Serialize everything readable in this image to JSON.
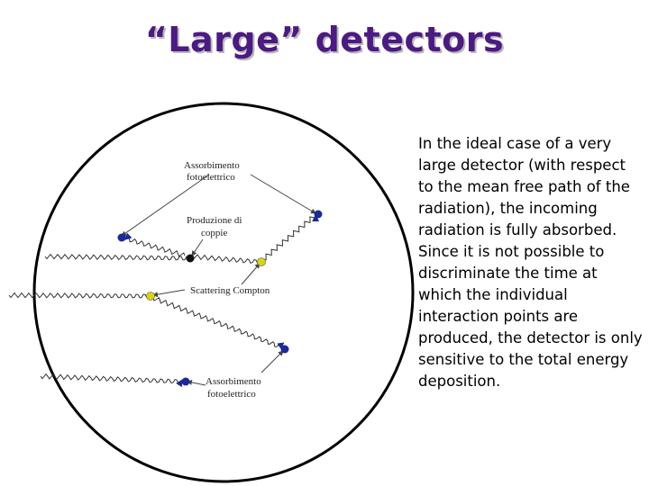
{
  "title": "“Large” detectors",
  "diagram": {
    "labels": {
      "photoelectric_top_line1": "Assorbimento",
      "photoelectric_top_line2": "fotoelettrico",
      "pair_production_line1": "Produzione di",
      "pair_production_line2": "coppie",
      "compton": "Scattering Compton",
      "photoelectric_bottom_line1": "Assorbimento",
      "photoelectric_bottom_line2": "fotoelettrico"
    },
    "colors": {
      "absorption_point": "#1a2a9a",
      "scatter_point": "#d8d800",
      "pair_point": "#111111"
    }
  },
  "text": {
    "paragraph1": "In the ideal case of a very large detector (with respect to the mean free path of the radiation), the incoming radiation is fully absorbed.",
    "paragraph2": "Since it is not possible to discriminate the time at which the individual interaction points are produced, the detector is only sensitive to the total energy deposition."
  }
}
